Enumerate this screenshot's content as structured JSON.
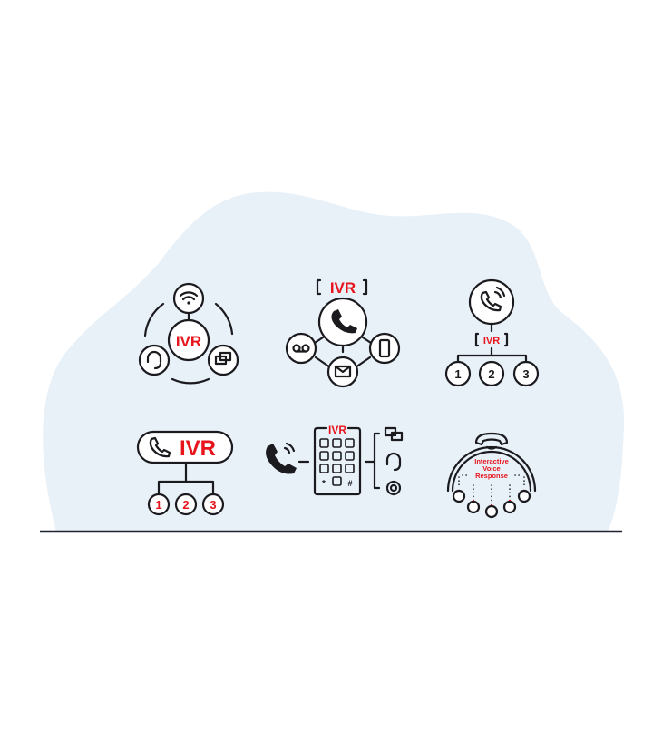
{
  "colors": {
    "background_blob": "#e8f0f8",
    "accent": "#e8141c",
    "ink": "#1b1b1f",
    "ground": "#1f2233"
  },
  "icons": {
    "omnichannel": {
      "label": "IVR",
      "satellites": [
        "wifi-icon",
        "chat-icon",
        "headset-icon"
      ]
    },
    "contact_hub": {
      "label": "IVR",
      "satellites": [
        "voicemail-icon",
        "email-icon",
        "mobile-icon"
      ]
    },
    "call_menu": {
      "label": "IVR",
      "options": [
        "1",
        "2",
        "3"
      ]
    },
    "ivr_badge": {
      "label": "IVR",
      "options": [
        "1",
        "2",
        "3"
      ]
    },
    "keypad_routing": {
      "label": "IVR",
      "keys": [
        "*",
        "#"
      ],
      "routes": [
        "chat-icon",
        "headset-icon",
        "gear-icon"
      ]
    },
    "dial": {
      "line1": "Interactive",
      "line2": "Voice",
      "line3": "Response"
    }
  }
}
